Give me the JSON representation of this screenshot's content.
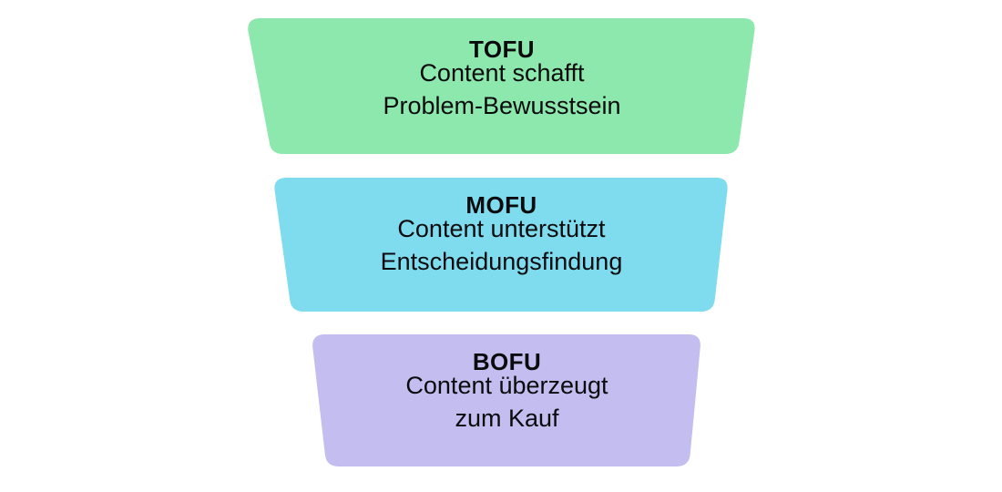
{
  "diagram": {
    "type": "funnel",
    "orientation": "vertical",
    "background_color": "#ffffff",
    "text_color": "#0b0b0d",
    "stages": [
      {
        "id": "tofu",
        "title": "TOFU",
        "lines": [
          "Content schafft",
          "Problem-Bewusstsein"
        ],
        "color": "#8CE8AC",
        "top_width": 558,
        "bottom_width": 507
      },
      {
        "id": "mofu",
        "title": "MOFU",
        "lines": [
          "Content unterstützt",
          "Entscheidungsfindung"
        ],
        "color": "#7FDCEF",
        "top_width": 499,
        "bottom_width": 459
      },
      {
        "id": "bofu",
        "title": "BOFU",
        "lines": [
          "Content überzeugt",
          "zum Kauf"
        ],
        "color": "#C4BDF0",
        "top_width": 427,
        "bottom_width": 395
      }
    ]
  }
}
